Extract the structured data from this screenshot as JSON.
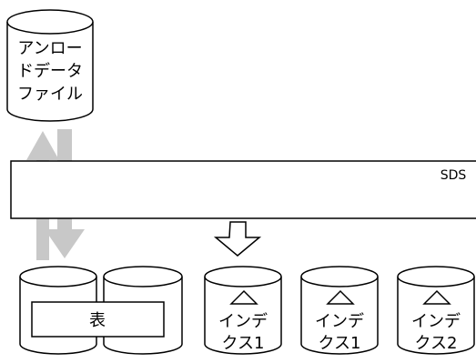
{
  "unload_file": {
    "lines": [
      "アンロー",
      "ドデータ",
      "ファイル"
    ]
  },
  "sds": {
    "label": "SDS"
  },
  "table": {
    "label": "表"
  },
  "indexes": [
    {
      "lines": [
        "インデ",
        "クス1"
      ]
    },
    {
      "lines": [
        "インデ",
        "クス1"
      ]
    },
    {
      "lines": [
        "インデ",
        "クス2"
      ]
    }
  ],
  "colors": {
    "stroke": "#000000",
    "fill": "#ffffff",
    "arrow": "#c8c8c8"
  }
}
